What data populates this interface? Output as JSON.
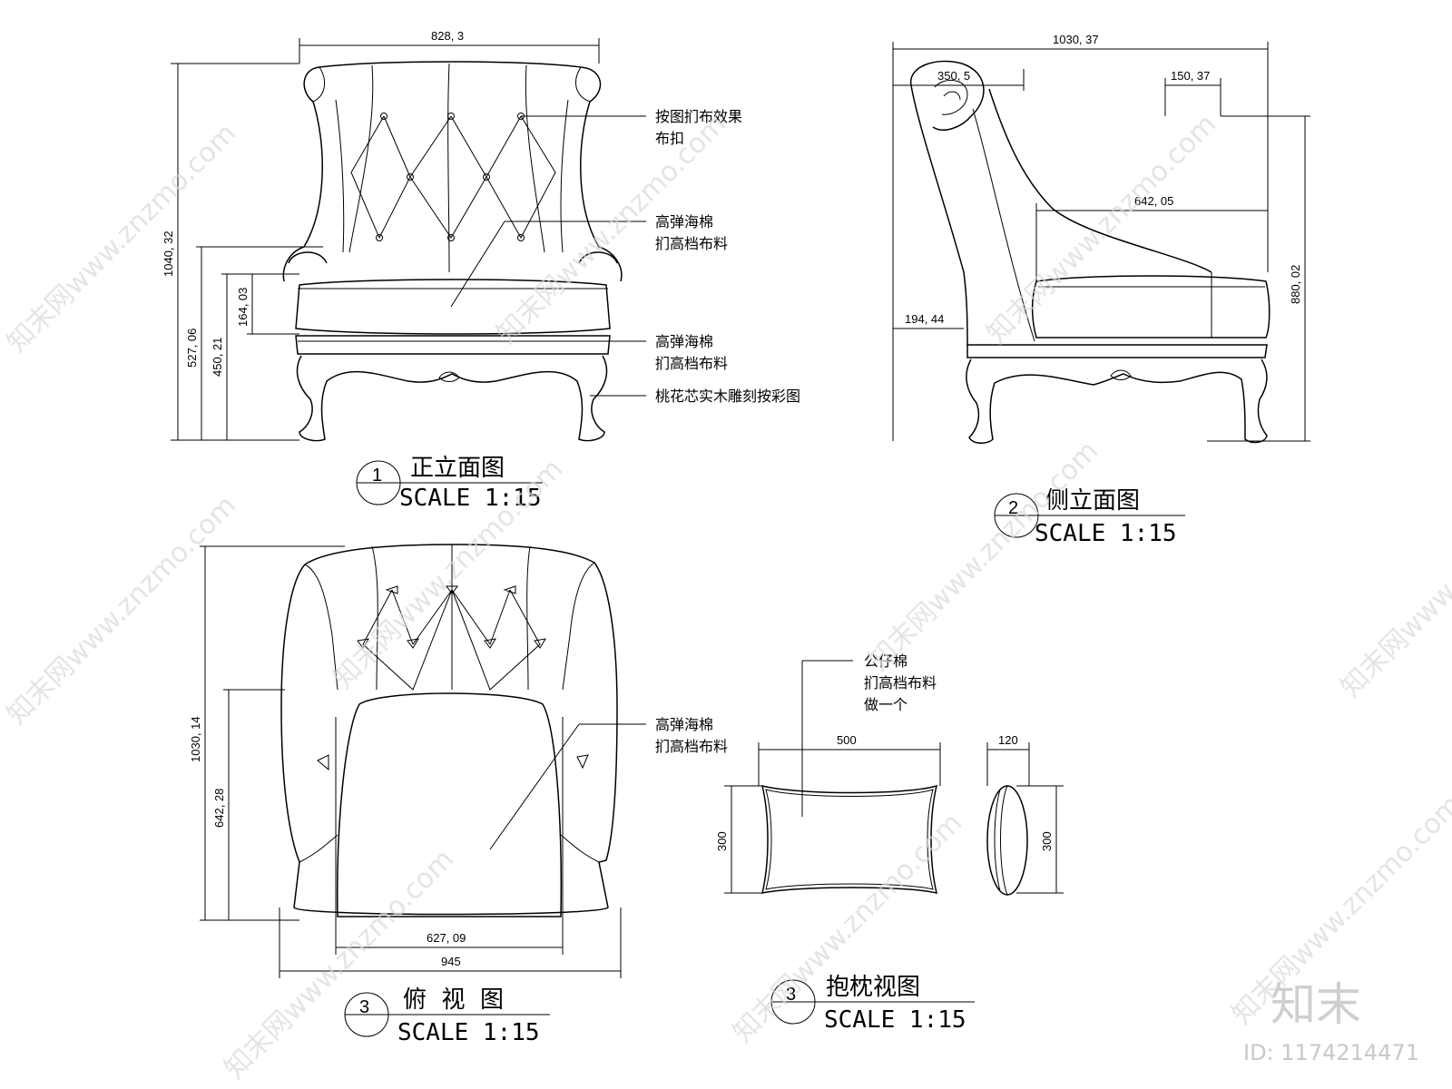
{
  "views": {
    "front": {
      "number": "1",
      "title": "正立面图",
      "scale": "SCALE 1:15",
      "dims": {
        "width": "828, 3",
        "height": "1040, 32",
        "arm_height": "527, 06",
        "seat_height": "450, 21",
        "cushion": "164, 03"
      },
      "notes": [
        "按图扪布效果",
        "布扣",
        "高弹海棉",
        "扪高档布料",
        "高弹海棉",
        "扪高档布料",
        "桃花芯实木雕刻按彩图"
      ]
    },
    "side": {
      "number": "2",
      "title": "侧立面图",
      "scale": "SCALE 1:15",
      "dims": {
        "depth": "1030, 37",
        "back_roll": "350, 5",
        "front_offset": "150, 37",
        "seat_depth": "642, 05",
        "height": "880, 02",
        "seat_level": "194, 44"
      }
    },
    "top": {
      "number": "3",
      "title": "俯  视  图",
      "scale": "SCALE 1:15",
      "dims": {
        "depth": "1030, 14",
        "seat_depth": "642, 28",
        "seat_width": "627, 09",
        "width": "945"
      },
      "notes": [
        "高弹海棉",
        "扪高档布料"
      ]
    },
    "pillow": {
      "number": "3",
      "title": "抱枕视图",
      "scale": "SCALE 1:15",
      "dims": {
        "width": "500",
        "height": "300",
        "thickness": "120",
        "side_height": "300"
      },
      "notes": [
        "公仔棉",
        "扪高档布料",
        "做一个"
      ]
    }
  },
  "watermark": {
    "text": "知末网www.znzmo.com",
    "logo": "知末",
    "id": "ID: 1174214471"
  }
}
